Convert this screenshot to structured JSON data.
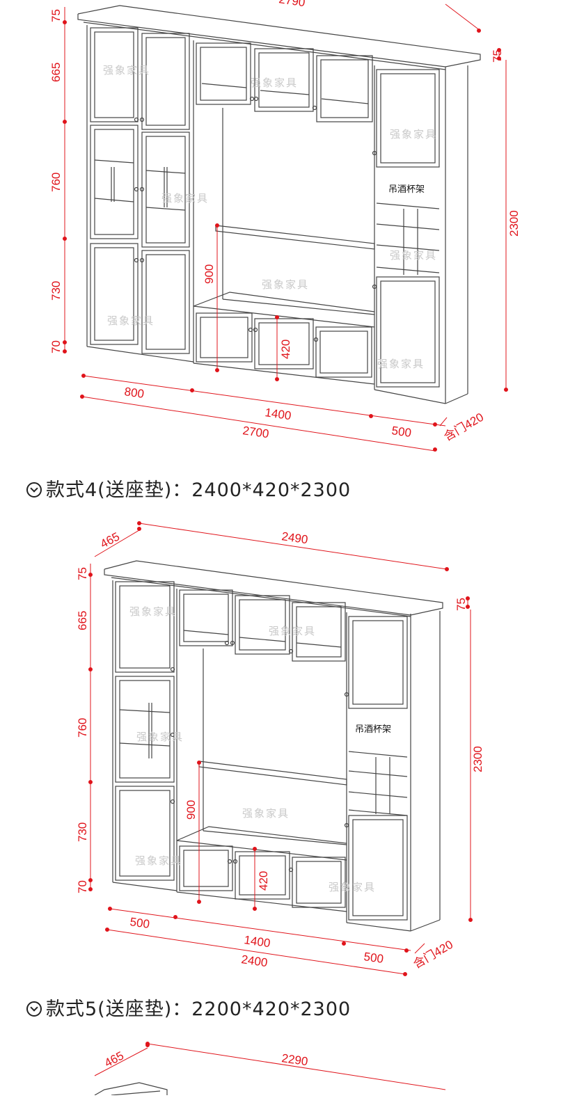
{
  "diagram1": {
    "height_labels": [
      "75",
      "665",
      "760",
      "730",
      "70"
    ],
    "total_height": "2300",
    "top_right": "75",
    "tv_opening": "900",
    "tv_base": "420",
    "widths": [
      "800",
      "1400",
      "500",
      "2700"
    ],
    "depth": "含门420",
    "watermark": "强象家具",
    "rack_label": "吊酒杯架",
    "top_partial": "2790"
  },
  "style4": {
    "heading": "款式4(送座垫)：2400*420*2300",
    "depth_top": "465",
    "top_width": "2490",
    "height_labels": [
      "75",
      "665",
      "760",
      "730",
      "70"
    ],
    "top_right": "75",
    "total_height": "2300",
    "tv_opening": "900",
    "tv_base": "420",
    "widths": [
      "500",
      "1400",
      "500",
      "2400"
    ],
    "depth": "含门420",
    "watermark": "强象家具",
    "rack_label": "吊酒杯架"
  },
  "style5": {
    "heading": "款式5(送座垫)：2200*420*2300",
    "depth_top": "465",
    "top_width": "2290"
  },
  "icons": {
    "heading_icon": "circle-chevron-down-icon"
  },
  "colors": {
    "dimension": "#e0141b",
    "line": "#333333",
    "watermark": "#c9c9c9"
  }
}
